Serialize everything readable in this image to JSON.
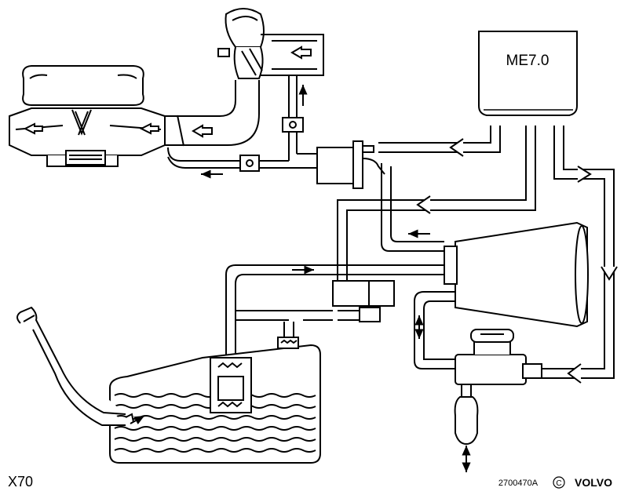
{
  "diagram": {
    "ecu_label": "ME7.0",
    "figure_label": "X70",
    "reference_code": "2700470A",
    "copyright_symbol": "C",
    "brand": "VOLVO"
  },
  "colors": {
    "line": "#000000",
    "background": "#ffffff"
  }
}
